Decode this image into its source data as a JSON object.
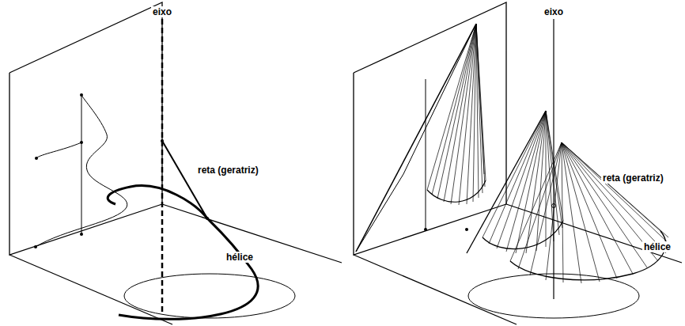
{
  "diagram": {
    "labels": [
      "eixo",
      "reta (geratriz)",
      "hélice",
      "eixo",
      "reta (geratriz)",
      "hélice"
    ]
  }
}
